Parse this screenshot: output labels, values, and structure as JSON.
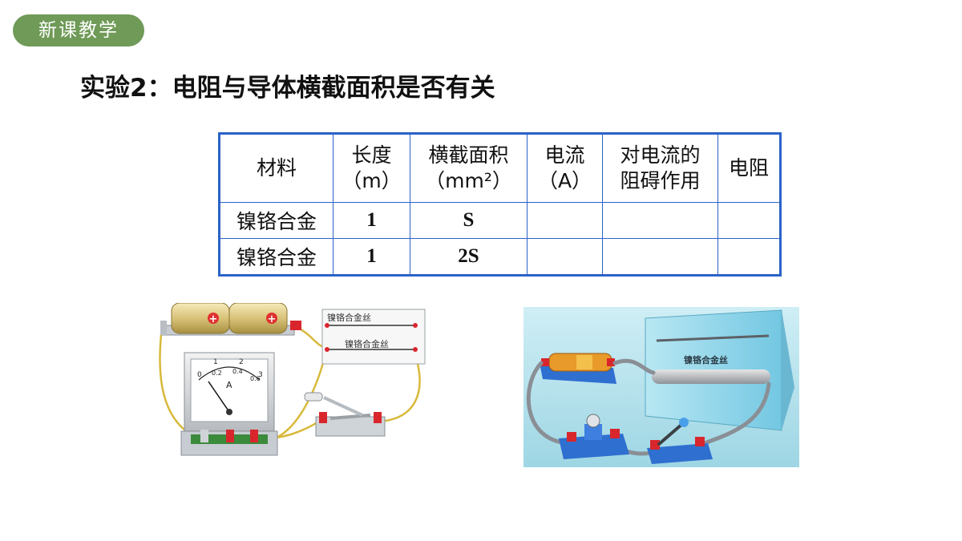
{
  "header": {
    "badge": "新课教学"
  },
  "title": "实验2：电阻与导体横截面积是否有关",
  "table": {
    "columns": [
      {
        "line1": "材料",
        "line2": ""
      },
      {
        "line1": "长度",
        "line2": "（m）"
      },
      {
        "line1": "横截面积",
        "line2": "（mm²）"
      },
      {
        "line1": "电流",
        "line2": "（A）"
      },
      {
        "line1": "对电流的",
        "line2": "阻碍作用"
      },
      {
        "line1": "电阻",
        "line2": ""
      }
    ],
    "rows": [
      {
        "material": "镍铬合金",
        "length": "1",
        "area": "S",
        "current": "",
        "hindrance": "",
        "resistance": ""
      },
      {
        "material": "镍铬合金",
        "length": "1",
        "area": "2S",
        "current": "",
        "hindrance": "",
        "resistance": ""
      }
    ]
  },
  "diagram_left": {
    "wire1_label": "镍铬合金丝",
    "wire2_label": "镍铬合金丝",
    "meter_unit": "A",
    "scale_top": [
      "0",
      "1",
      "2",
      "3"
    ],
    "scale_bottom": [
      "0.2",
      "0.4",
      "0.6"
    ],
    "battery_sign": "⊕"
  },
  "diagram_right": {
    "wire_label": "镍铬合金丝",
    "colors": {
      "background": "#9ed6e4",
      "board": "#8fd3ea",
      "base": "#2f6fd0"
    }
  }
}
